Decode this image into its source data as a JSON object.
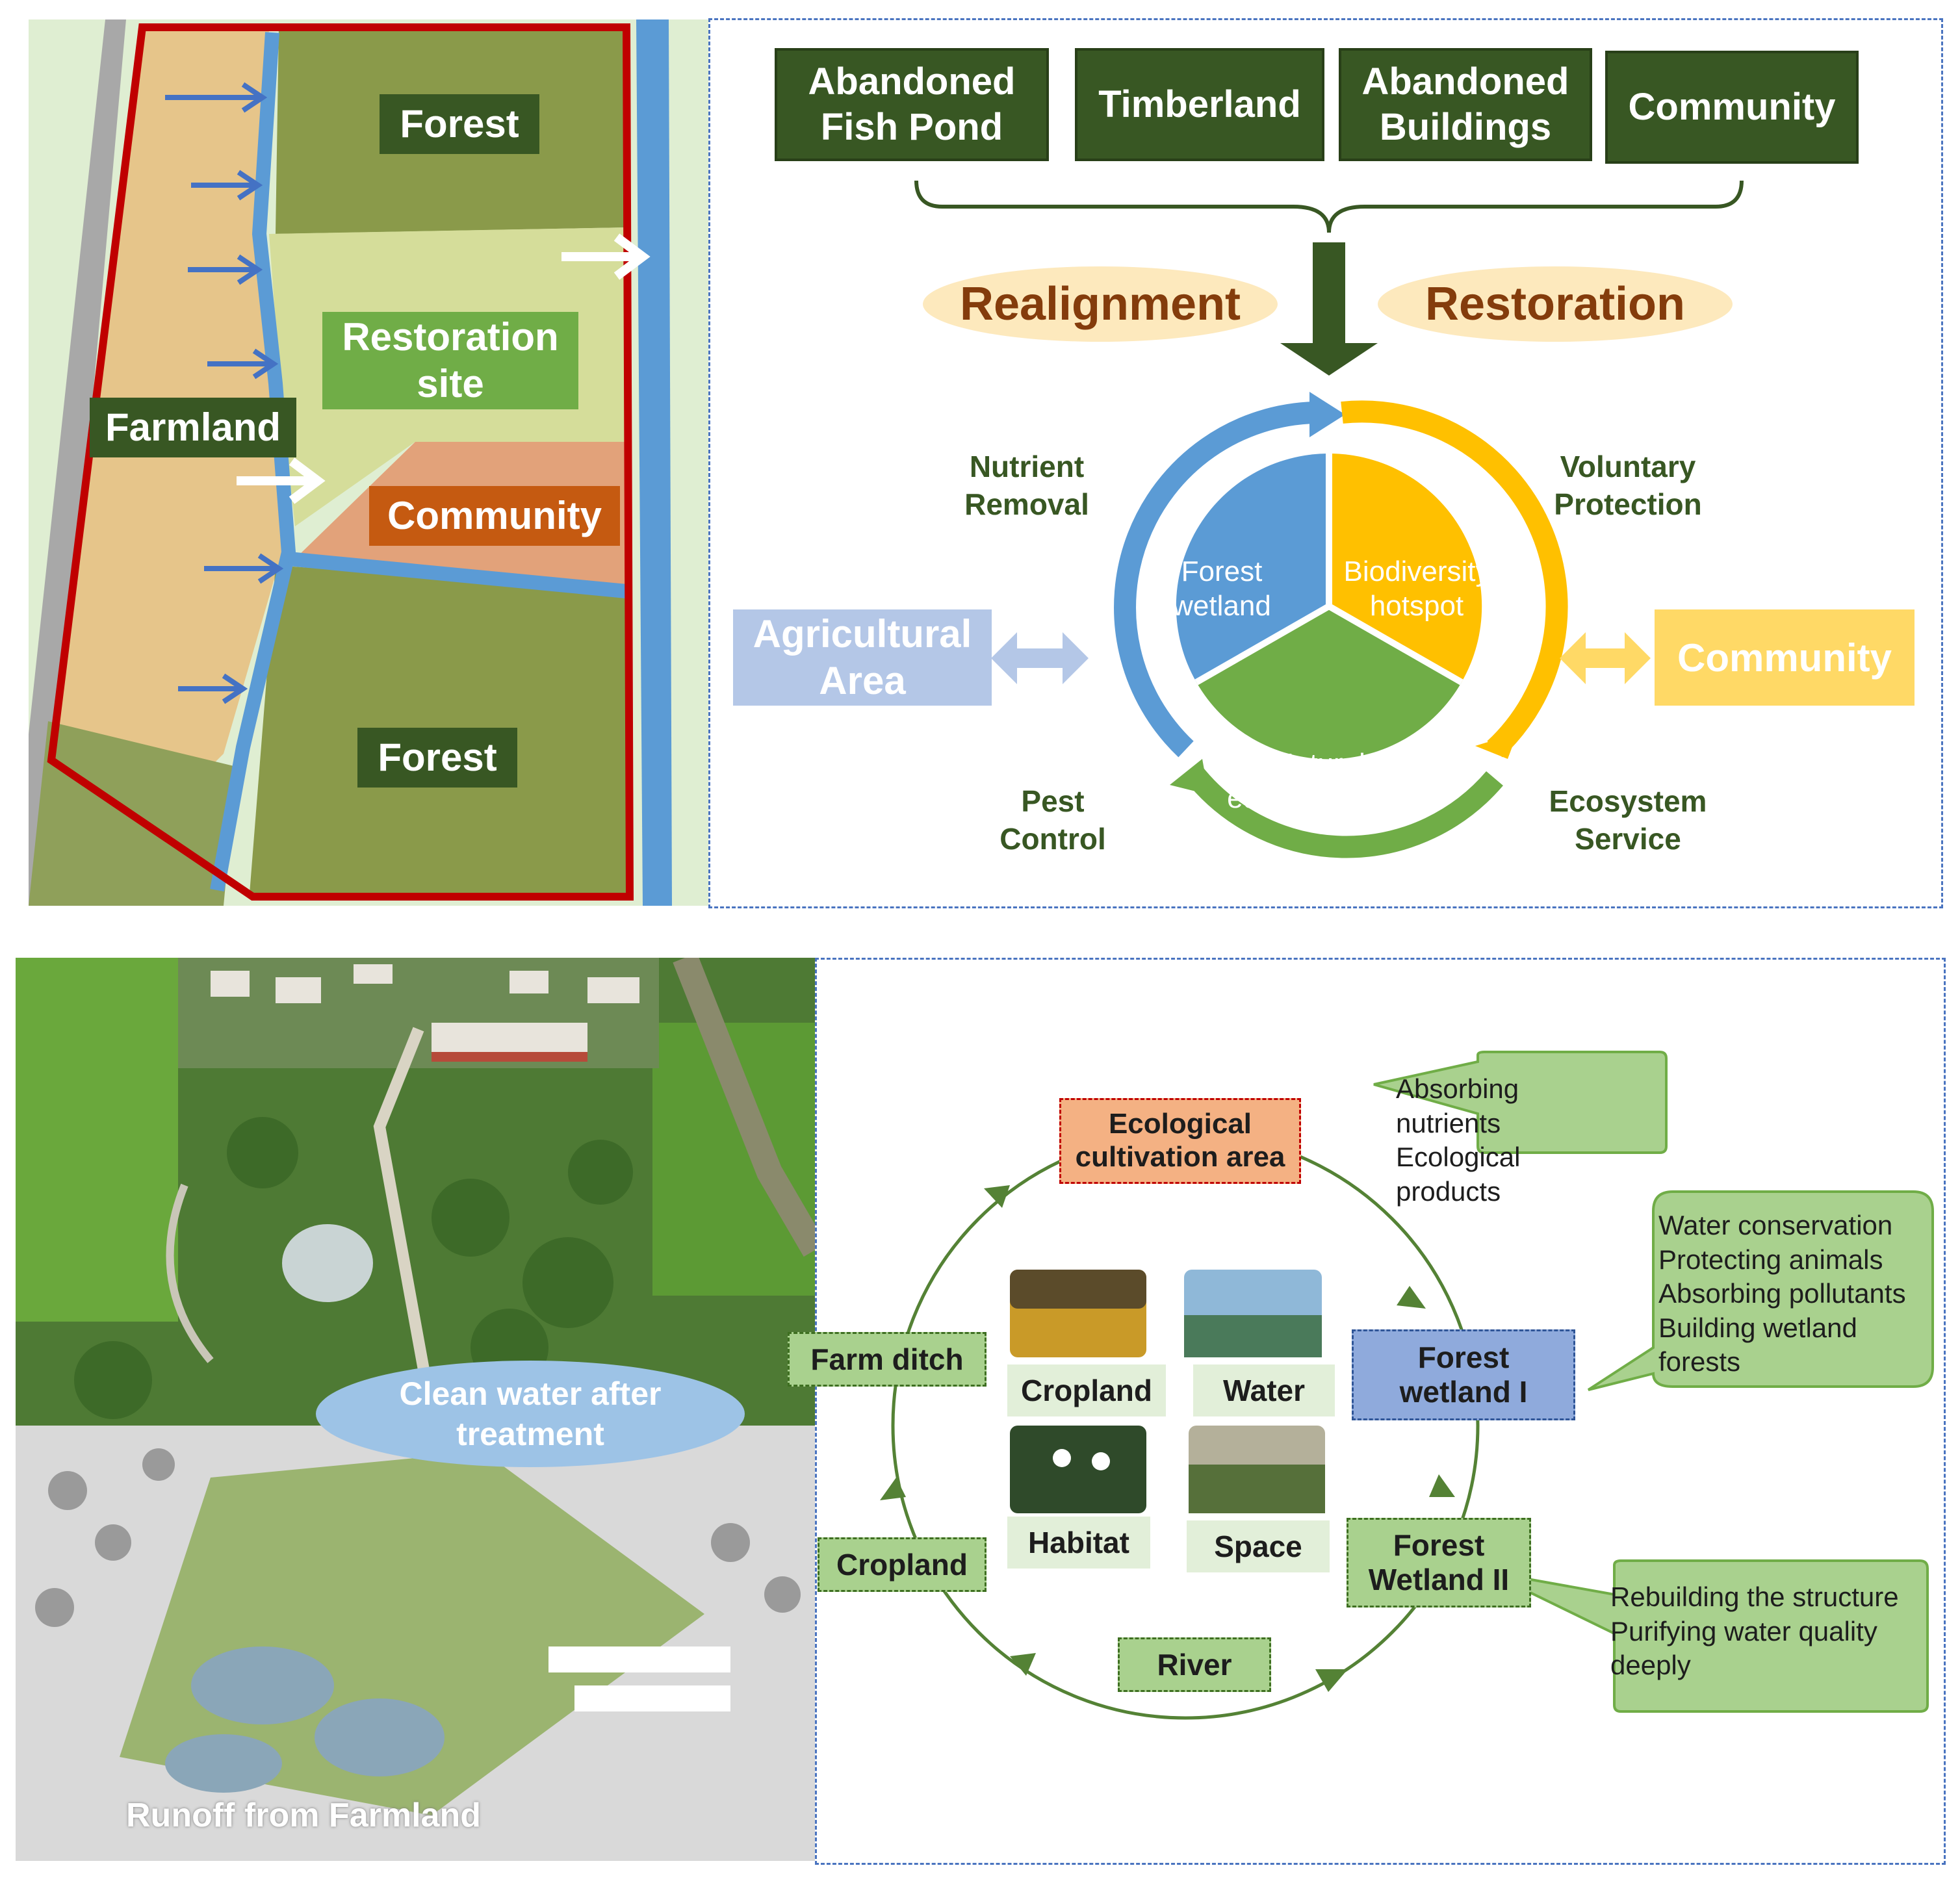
{
  "map": {
    "forest_top": "Forest",
    "restoration_site": "Restoration\nsite",
    "farmland": "Farmland",
    "community": "Community",
    "forest_bottom": "Forest"
  },
  "sources": [
    {
      "label": "Abandoned\nFish Pond"
    },
    {
      "label": "Timberland"
    },
    {
      "label": "Abandoned\nBuildings"
    },
    {
      "label": "Community"
    }
  ],
  "actions": {
    "realignment": "Realignment",
    "restoration": "Restoration"
  },
  "cycle": {
    "segments": [
      {
        "label": "Forest\nwetland",
        "color": "#5b9bd5"
      },
      {
        "label": "Biodiversity\nhotspot",
        "color": "#ffc000"
      },
      {
        "label": "Natural\neducation field",
        "color": "#70ad47"
      }
    ],
    "functions": {
      "nutrient_removal": "Nutrient\nRemoval",
      "voluntary_protection": "Voluntary\nProtection",
      "pest_control": "Pest\nControl",
      "ecosystem_service": "Ecosystem\nService"
    },
    "agricultural_area": "Agricultural\nArea",
    "community": "Community"
  },
  "photo": {
    "clean_water": "Clean water after\ntreatment",
    "runoff": "Runoff from Farmland"
  },
  "flow": {
    "nodes": {
      "ecological": "Ecological\ncultivation area",
      "forest_wetland_1": "Forest\nwetland I",
      "forest_wetland_2": "Forest\nWetland II",
      "river": "River",
      "cropland": "Cropland",
      "farm_ditch": "Farm ditch"
    },
    "callouts": {
      "top": "Absorbing nutrients\nEcological products",
      "middle": "Water conservation\nProtecting animals\nAbsorbing pollutants\nBuilding wetland\nforests",
      "bottom": "Rebuilding the structure\nPurifying water quality\ndeeply"
    },
    "tiles": [
      "Cropland",
      "Water",
      "Habitat",
      "Space"
    ]
  }
}
